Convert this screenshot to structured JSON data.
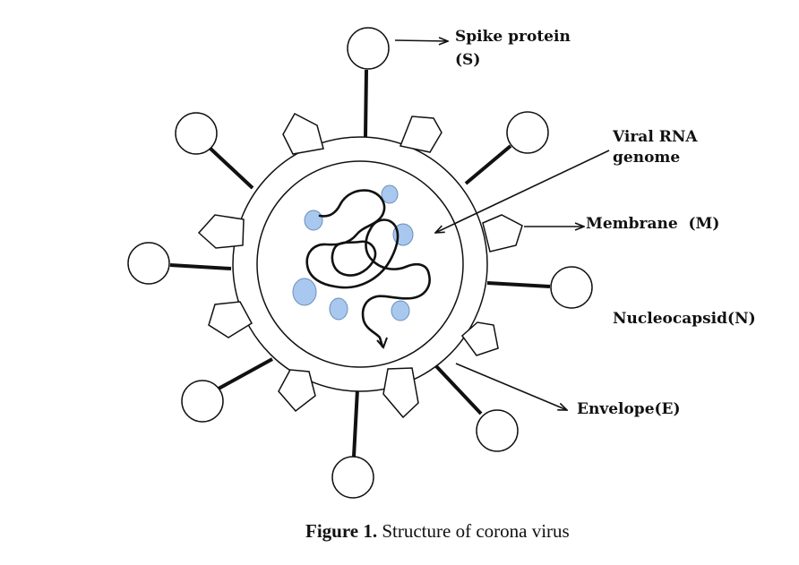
{
  "labels": {
    "spike_protein": "Spike protein",
    "spike_code": "(S)",
    "viral_rna_line1": "Viral RNA",
    "viral_rna_line2": "genome",
    "membrane": "Membrane  (M)",
    "nucleocapsid": "Nucleocapsid(N)",
    "envelope": "Envelope(E)"
  },
  "caption": {
    "prefix": "Figure 1.",
    "text": " Structure of corona virus"
  },
  "colors": {
    "stroke": "#111111",
    "nucleocapsid_fill": "#a8c8ef",
    "nucleocapsid_stroke": "#6b8fb8"
  }
}
